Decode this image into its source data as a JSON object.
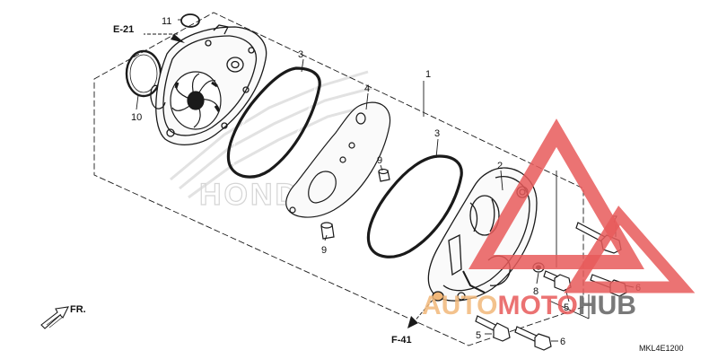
{
  "callouts": {
    "c1": "1",
    "c2": "2",
    "c3a": "3",
    "c3b": "3",
    "c4": "4",
    "c5a": "5",
    "c5b": "5",
    "c6a": "6",
    "c6b": "6",
    "c7": "7",
    "c8": "8",
    "c9a": "9",
    "c9b": "9",
    "c10": "10",
    "c11": "11"
  },
  "references": {
    "e21": "E-21",
    "f41": "F-41"
  },
  "direction_label": "FR.",
  "diagram_code": "MKL4E1200",
  "background_logo": "HONDA",
  "watermark": {
    "part_a": "AUTO",
    "part_b": "MOTO",
    "part_c": "HUB"
  },
  "colors": {
    "line": "#1a1a1a",
    "watermark_red": "#e85a5a",
    "watermark_orange": "#f2b87a",
    "watermark_gray": "#6b6b6b"
  }
}
